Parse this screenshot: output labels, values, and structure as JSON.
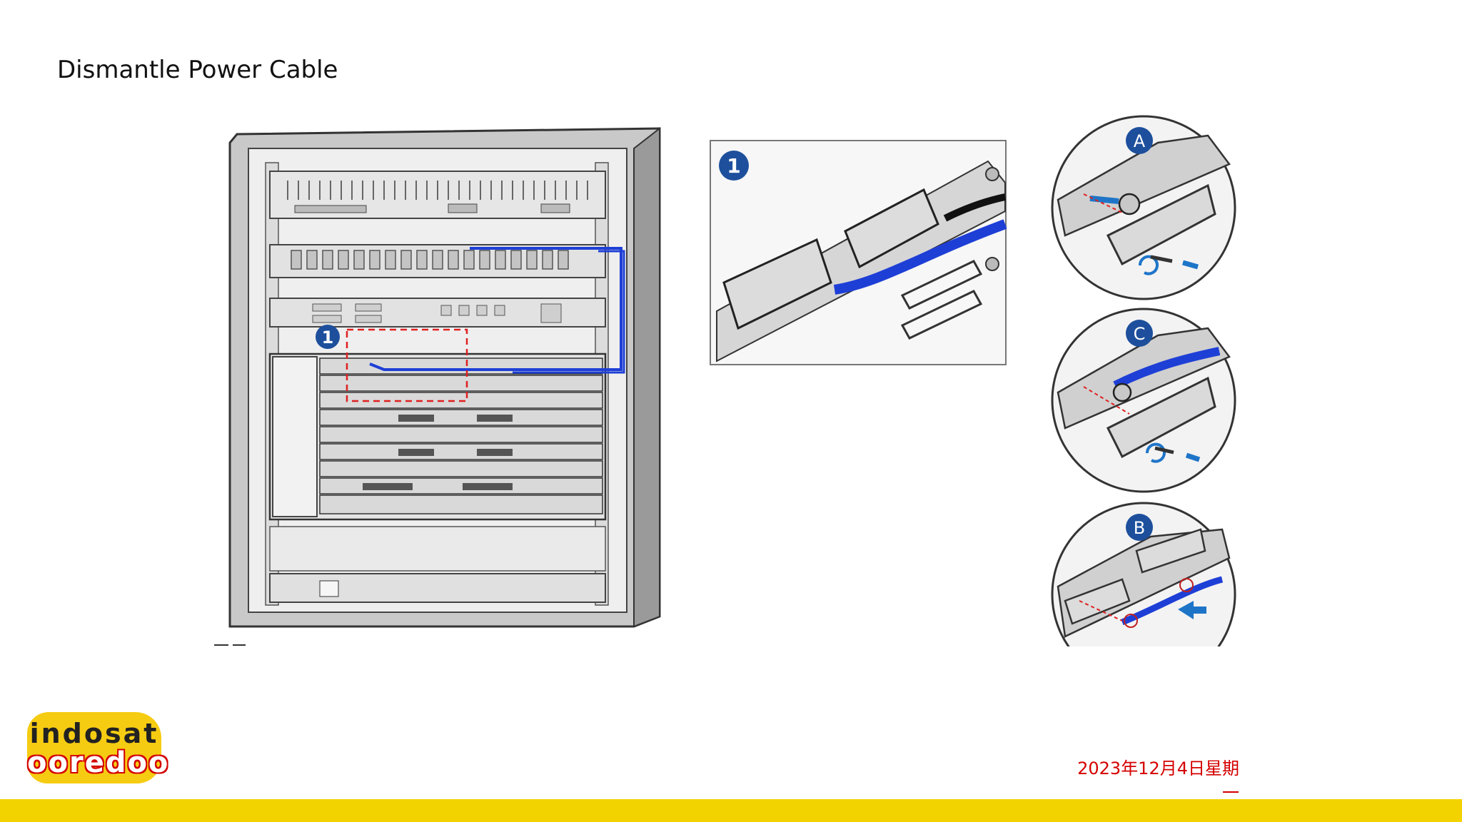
{
  "slide": {
    "title": "Dismantle Power Cable",
    "date_text": "2023年12月4日星期",
    "date_suffix": "一"
  },
  "callouts": {
    "cabinet_step": "1",
    "detail_step": "1",
    "circle_a": "A",
    "circle_c": "C",
    "circle_b": "B"
  },
  "logo": {
    "top_word": "indosat",
    "bottom_word": "ooredoo"
  },
  "colors": {
    "callout_blue": "#1d4f9c",
    "cable_blue": "#1e3fd6",
    "accent_red": "#d40000",
    "bar_yellow": "#f2d300"
  }
}
